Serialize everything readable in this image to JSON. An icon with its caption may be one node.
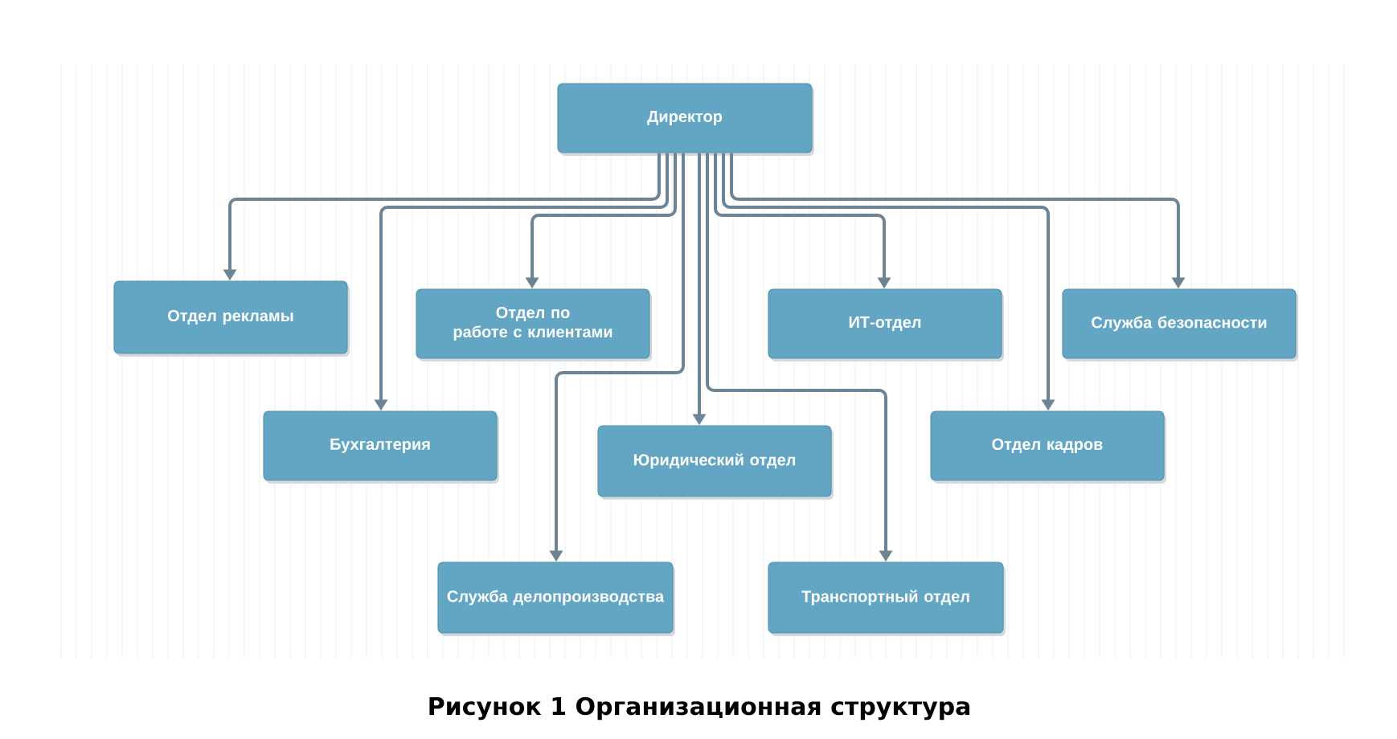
{
  "diagram": {
    "caption": "Рисунок 1 Организационная структура",
    "nodes": [
      {
        "text": [
          "Директор"
        ]
      },
      {
        "text": [
          "Отдел рекламы"
        ]
      },
      {
        "text": [
          "Отдел по работе с клиентами"
        ]
      },
      {
        "text": [
          "ИТ-отдел"
        ]
      },
      {
        "text": [
          "Служба безопасности"
        ]
      },
      {
        "text": [
          "Бухгалтерия"
        ]
      },
      {
        "text": [
          "Юридический отдел"
        ]
      },
      {
        "text": [
          "Отдел кадров"
        ]
      },
      {
        "text": [
          "Служба делопроизводства"
        ]
      },
      {
        "text": [
          "Транспортный отдел"
        ]
      }
    ],
    "edges": [
      {
        "from": 0,
        "to": 1,
        "arrow": "to"
      },
      {
        "from": 0,
        "to": 2,
        "arrow": "to"
      },
      {
        "from": 0,
        "to": 3,
        "arrow": "to"
      },
      {
        "from": 0,
        "to": 4,
        "arrow": "to"
      },
      {
        "from": 0,
        "to": 5,
        "arrow": "to"
      },
      {
        "from": 0,
        "to": 6,
        "arrow": "to"
      },
      {
        "from": 0,
        "to": 7,
        "arrow": "to"
      },
      {
        "from": 0,
        "to": 8,
        "arrow": "to"
      },
      {
        "from": 0,
        "to": 9,
        "arrow": "to"
      }
    ]
  }
}
